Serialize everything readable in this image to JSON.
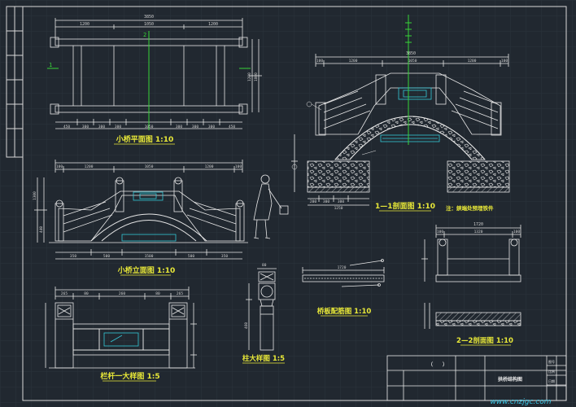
{
  "colors": {
    "background": "#212830",
    "grid": "#2b333c",
    "frame": "#d9d9d9",
    "line_white": "#e8e8e8",
    "line_cyan": "#35c8d8",
    "line_green": "#38d438",
    "caption_yellow": "#e8e838",
    "dim_text": "#cfcfcf",
    "watermark": "#38c8e8"
  },
  "drawings": {
    "plan": {
      "caption": "小桥平面图 1:10",
      "total_dim": "3850",
      "dims_top": [
        "1200",
        "1050",
        "1200"
      ],
      "dims_bottom": [
        "450",
        "300",
        "300",
        "300",
        "1050",
        "300",
        "300",
        "300",
        "450"
      ],
      "section_mark": "1",
      "section_mark_2": "2",
      "side_dims": [
        "1200",
        "1800"
      ]
    },
    "section": {
      "caption": "1—1剖面图 1:10",
      "total_dim": "3850",
      "dims_top": [
        "100",
        "1200",
        "1050",
        "1200",
        "100"
      ],
      "dims_bottom": [
        "200",
        "300",
        "300",
        "1250"
      ],
      "note": "注：鋏端处预埋铁件"
    },
    "elevation": {
      "caption": "小桥立面图 1:10",
      "dims_top": [
        "100",
        "1200",
        "1050",
        "1200",
        "100"
      ],
      "dims_bottom": [
        "350",
        "500",
        "1500",
        "500",
        "350"
      ],
      "side_dims": [
        "1300",
        "440"
      ]
    },
    "railing": {
      "caption": "栏杆一大样图 1:5",
      "dims_top": [
        "265",
        "80",
        "260",
        "80",
        "265"
      ]
    },
    "pillar": {
      "caption": "柱大样图 1:5",
      "dims": [
        "80",
        "460"
      ]
    },
    "beam": {
      "caption": "桥板配筋图 1:10",
      "dims": [
        "1720"
      ]
    },
    "section2": {
      "caption": "2—2剖面图 1:10",
      "total_dim": "1720",
      "dims_top": [
        "100",
        "1320",
        "100"
      ]
    }
  },
  "title_block": {
    "drawing_title": "拱桥结构图",
    "bracket": "（　　）",
    "cells": [
      "图号",
      "比例",
      "日期"
    ]
  },
  "watermark": "www.cnzjgc.com"
}
